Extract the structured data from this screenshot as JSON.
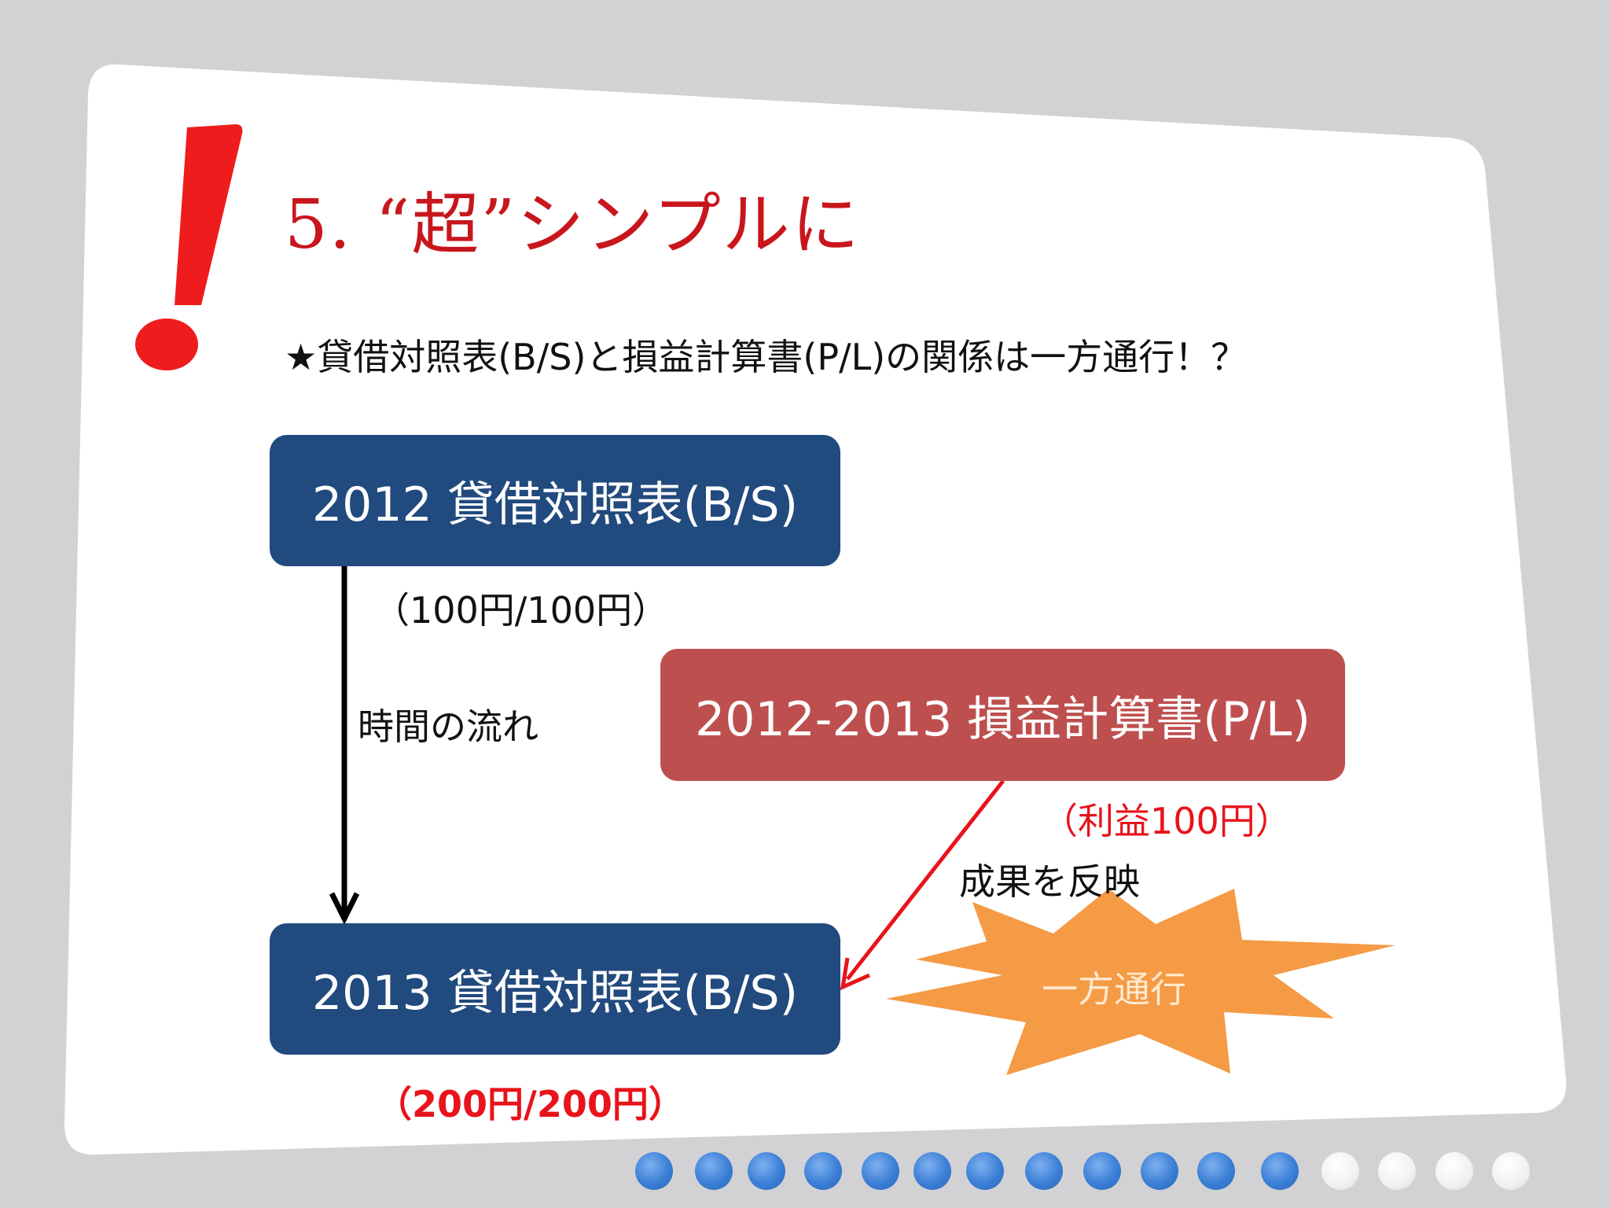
{
  "slide": {
    "title": "5. “超”シンプルに",
    "subtitle": "★貸借対照表(B/S)と損益計算書(P/L)の関係は一方通行！？"
  },
  "boxes": {
    "bs_2012": "2012 貸借対照表(B/S)",
    "pl_2012_2013": "2012-2013 損益計算書(P/L)",
    "bs_2013": "2013 貸借対照表(B/S)"
  },
  "labels": {
    "bs_2012_value": "（100円/100円）",
    "time_flow": "時間の流れ",
    "profit": "（利益100円）",
    "reflect": "成果を反映",
    "one_way": "一方通行",
    "bs_2013_value": "（200円/200円）"
  },
  "colors": {
    "title_red": "#c8161d",
    "box_blue": "#214a7e",
    "box_red": "#be4f4f",
    "burst_orange": "#f59a45",
    "arrow_red": "#e8131b"
  },
  "progress": {
    "total": 16,
    "current": 12
  }
}
